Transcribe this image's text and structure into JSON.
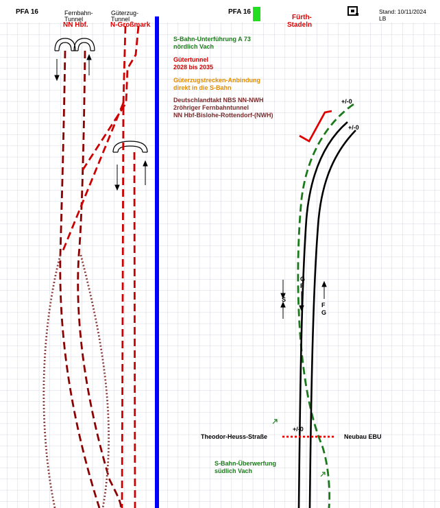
{
  "header": {
    "pfa_left": "PFA 16",
    "fernbahn_tunnel": [
      "Fernbahn-",
      "Tunnel"
    ],
    "nn_hbf": "NN Hbf.",
    "gueterzug_tunnel": [
      "Güterzug-",
      "Tunnel"
    ],
    "n_grossmarkt": "N-Großmark",
    "pfa_right": "PFA 16",
    "fuerth_stadeln": [
      "Fürth-",
      "Stadeln"
    ],
    "stand": "Stand: 10/11/2024",
    "author": "LB"
  },
  "notes": {
    "sbahn_unterfuehrung": [
      "S-Bahn-Unterführung A 73",
      "nördlich Vach"
    ],
    "gueter_tunnel": [
      "Gütertunnel",
      "2028 bis 2035"
    ],
    "gueterzug_anbindung": [
      "Güterzugstrecken-Anbindung",
      "direkt in die S-Bahn"
    ],
    "deutschlandtakt": [
      "Deutschlandtakt NBS NN-NWH",
      "2röhriger Fernbahntunnel",
      "NN Hbf-Bislohe-Rottendorf-(NWH)"
    ],
    "sbahn_ueberwerfung": [
      "S-Bahn-Überwerfung",
      "südlich Vach"
    ]
  },
  "track_labels": {
    "plus_minus_top": "+/-0",
    "plus_minus_right": "+/-0",
    "plus_minus_bottom": "+/-0",
    "s": "S",
    "g": "G",
    "f": "F",
    "f2": "F",
    "g2": "G"
  },
  "street": {
    "theodor_heuss": "Theodor-Heuss-Straße",
    "neubau_ebu": "Neubau EBU"
  },
  "colors": {
    "green": "#1a7a1a",
    "dark_red": "#8b0000",
    "red": "#cc0000",
    "orange": "#e08a00",
    "brown": "#7a2a2a",
    "blue": "#0000ff",
    "brown_dotted": "#8b3a3a",
    "green_marker": "#22dd22",
    "grid": "#c8cad8"
  }
}
